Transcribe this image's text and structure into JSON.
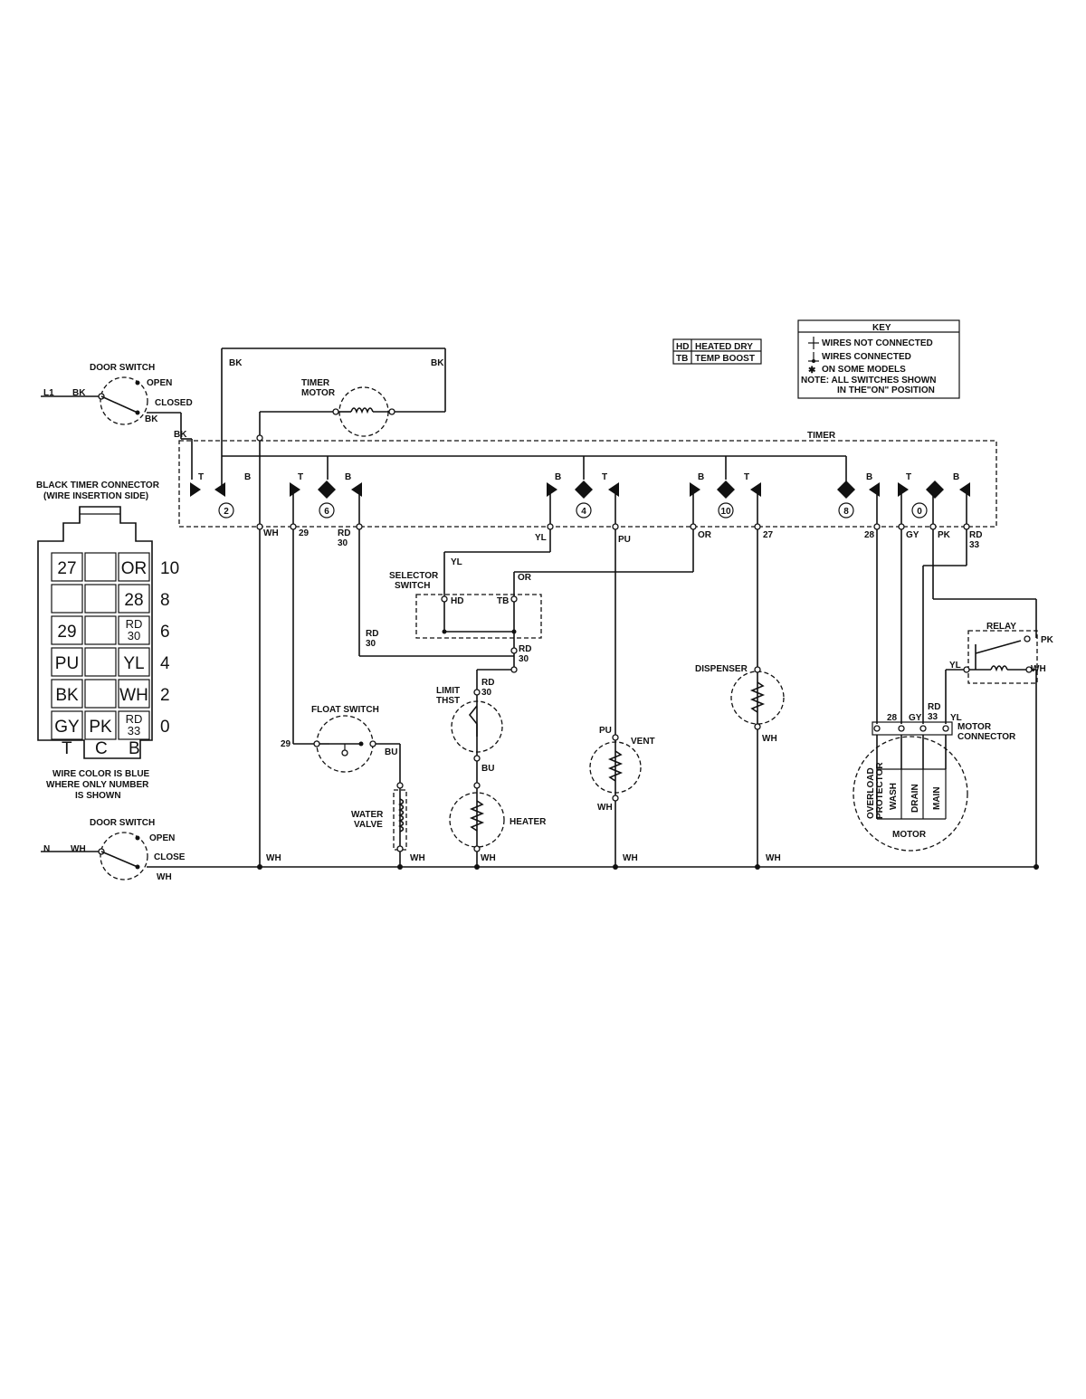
{
  "key": {
    "title": "KEY",
    "not_connected": "WIRES NOT CONNECTED",
    "connected": "WIRES CONNECTED",
    "some_models": "ON SOME MODELS",
    "note1": "NOTE: ALL SWITCHES SHOWN",
    "note2": "IN THE\"ON\" POSITION"
  },
  "abbrev": {
    "hd": "HD",
    "hd_text": "HEATED DRY",
    "tb": "TB",
    "tb_text": "TEMP BOOST"
  },
  "connector": {
    "title1": "BLACK TIMER CONNECTOR",
    "title2": "(WIRE INSERTION SIDE)",
    "cells": [
      [
        "27",
        "",
        "OR"
      ],
      [
        "",
        "",
        "28"
      ],
      [
        "29",
        "",
        "RD 30"
      ],
      [
        "PU",
        "",
        "YL"
      ],
      [
        "BK",
        "",
        "WH"
      ],
      [
        "GY",
        "PK",
        "RD 33"
      ]
    ],
    "rows": [
      "10",
      "8",
      "6",
      "4",
      "2",
      "0"
    ],
    "cols": [
      "T",
      "C",
      "B"
    ],
    "note1": "WIRE COLOR IS BLUE",
    "note2": "WHERE ONLY NUMBER",
    "note3": "IS SHOWN"
  },
  "labels": {
    "l1": "L1",
    "n": "N",
    "door_switch": "DOOR SWITCH",
    "open": "OPEN",
    "closed": "CLOSED",
    "close": "CLOSE",
    "bk": "BK",
    "wh": "WH",
    "timer_motor1": "TIMER",
    "timer_motor2": "MOTOR",
    "timer": "TIMER",
    "t": "T",
    "b": "B",
    "s2": "2",
    "s6": "6",
    "s4": "4",
    "s10": "10",
    "s8": "8",
    "s0": "0",
    "w29": "29",
    "rd": "RD",
    "w30": "30",
    "yl": "YL",
    "pu": "PU",
    "or": "OR",
    "w27": "27",
    "w28": "28",
    "gy": "GY",
    "pk": "PK",
    "w33": "33",
    "selector1": "SELECTOR",
    "selector2": "SWITCH",
    "hd": "HD",
    "tb": "TB",
    "limit1": "LIMIT",
    "limit2": "THST",
    "bu": "BU",
    "heater": "HEATER",
    "float_switch": "FLOAT SWITCH",
    "water1": "WATER",
    "water2": "VALVE",
    "vent": "VENT",
    "dispenser": "DISPENSER",
    "relay": "RELAY",
    "motor_conn1": "MOTOR",
    "motor_conn2": "CONNECTOR",
    "overload1": "OVERLOAD",
    "overload2": "PROTECTOR",
    "wash": "WASH",
    "drain": "DRAIN",
    "main": "MAIN",
    "motor": "MOTOR"
  }
}
